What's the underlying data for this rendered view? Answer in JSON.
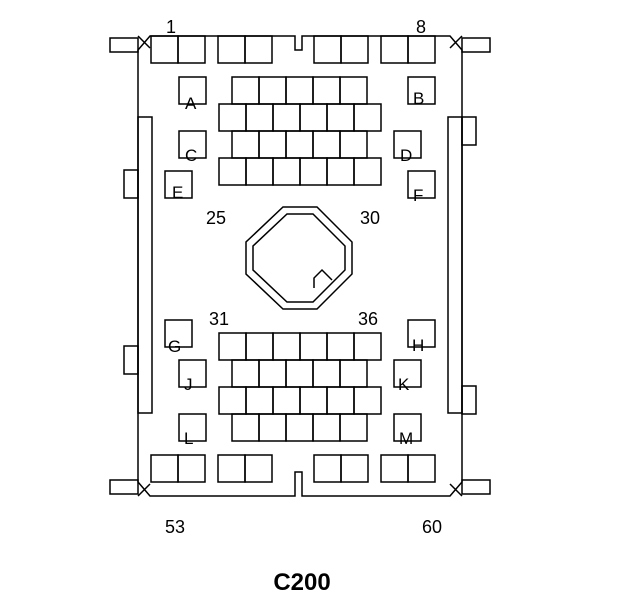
{
  "connector": {
    "name": "C200",
    "pin_numbers": {
      "top_left": "1",
      "top_right": "8",
      "center_left": "25",
      "center_right": "30",
      "lower_left": "31",
      "lower_right": "36",
      "bottom_left": "53",
      "bottom_right": "60"
    },
    "cavity_letters": [
      "A",
      "B",
      "C",
      "D",
      "E",
      "F",
      "G",
      "H",
      "J",
      "K",
      "L",
      "M"
    ]
  }
}
